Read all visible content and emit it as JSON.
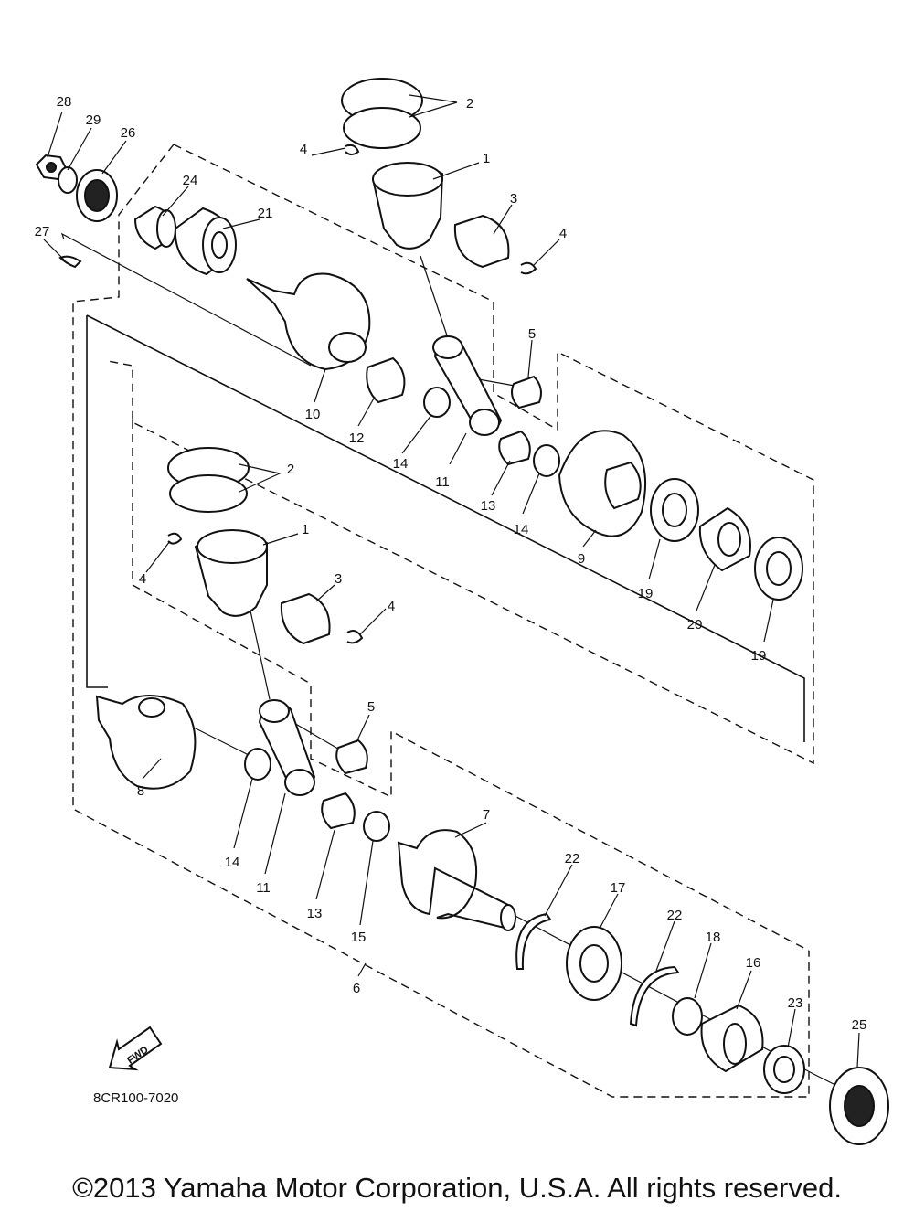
{
  "diagram": {
    "drawing_code": "8CR100-7020",
    "fwd_label": "FWD",
    "copyright": "©2013 Yamaha Motor Corporation, U.S.A. All rights reserved.",
    "callouts": [
      {
        "id": "28",
        "label": "28"
      },
      {
        "id": "29",
        "label": "29"
      },
      {
        "id": "26",
        "label": "26"
      },
      {
        "id": "24",
        "label": "24"
      },
      {
        "id": "21",
        "label": "21"
      },
      {
        "id": "27",
        "label": "27"
      },
      {
        "id": "2a",
        "label": "2"
      },
      {
        "id": "4a",
        "label": "4"
      },
      {
        "id": "1a",
        "label": "1"
      },
      {
        "id": "3a",
        "label": "3"
      },
      {
        "id": "4b",
        "label": "4"
      },
      {
        "id": "5a",
        "label": "5"
      },
      {
        "id": "10",
        "label": "10"
      },
      {
        "id": "12",
        "label": "12"
      },
      {
        "id": "14a",
        "label": "14"
      },
      {
        "id": "11a",
        "label": "11"
      },
      {
        "id": "13a",
        "label": "13"
      },
      {
        "id": "14b",
        "label": "14"
      },
      {
        "id": "9",
        "label": "9"
      },
      {
        "id": "19a",
        "label": "19"
      },
      {
        "id": "20",
        "label": "20"
      },
      {
        "id": "19b",
        "label": "19"
      },
      {
        "id": "2b",
        "label": "2"
      },
      {
        "id": "1b",
        "label": "1"
      },
      {
        "id": "4c",
        "label": "4"
      },
      {
        "id": "3b",
        "label": "3"
      },
      {
        "id": "4d",
        "label": "4"
      },
      {
        "id": "5b",
        "label": "5"
      },
      {
        "id": "8",
        "label": "8"
      },
      {
        "id": "14c",
        "label": "14"
      },
      {
        "id": "11b",
        "label": "11"
      },
      {
        "id": "13b",
        "label": "13"
      },
      {
        "id": "15",
        "label": "15"
      },
      {
        "id": "7",
        "label": "7"
      },
      {
        "id": "22a",
        "label": "22"
      },
      {
        "id": "17",
        "label": "17"
      },
      {
        "id": "22b",
        "label": "22"
      },
      {
        "id": "18",
        "label": "18"
      },
      {
        "id": "16",
        "label": "16"
      },
      {
        "id": "23",
        "label": "23"
      },
      {
        "id": "25",
        "label": "25"
      },
      {
        "id": "6",
        "label": "6"
      }
    ]
  }
}
